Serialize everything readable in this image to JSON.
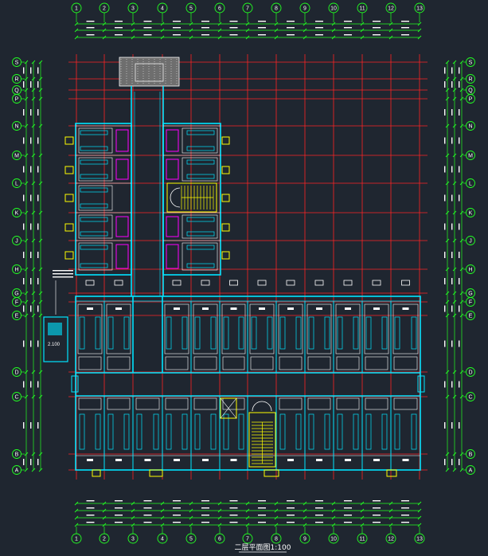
{
  "title": "二层平面图1:100",
  "axes": {
    "columns": [
      "1",
      "2",
      "3",
      "4",
      "5",
      "6",
      "7",
      "8",
      "9",
      "10",
      "11",
      "12",
      "13"
    ],
    "rows": [
      "S",
      "R",
      "Q",
      "P",
      "N",
      "M",
      "L",
      "K",
      "J",
      "H",
      "G",
      "F",
      "E",
      "D",
      "C",
      "B",
      "A"
    ]
  },
  "elevation_label": "2.100",
  "colors": {
    "background": "#1f2630",
    "grid": "#ff2424",
    "wall": "#00e5ff",
    "dimension": "#22ff22",
    "fixture": "#ff00ff",
    "window": "#ffff00",
    "text": "#ffffff",
    "hatch": "#6e6e6e"
  }
}
